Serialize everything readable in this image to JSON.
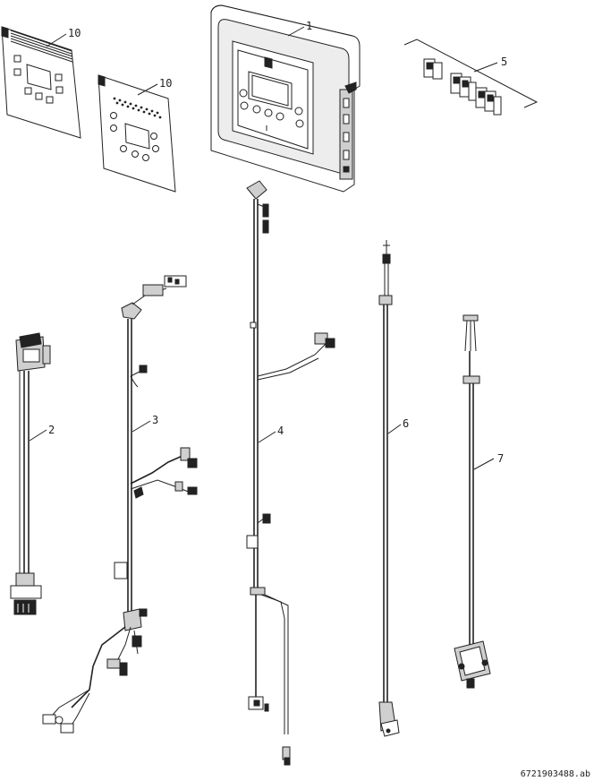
{
  "diagram": {
    "callouts": {
      "c1": "1",
      "c2": "2",
      "c3": "3",
      "c4": "4",
      "c5": "5",
      "c6": "6",
      "c7": "7",
      "c10a": "10",
      "c10b": "10"
    },
    "reference_code": "6721903488.ab"
  }
}
